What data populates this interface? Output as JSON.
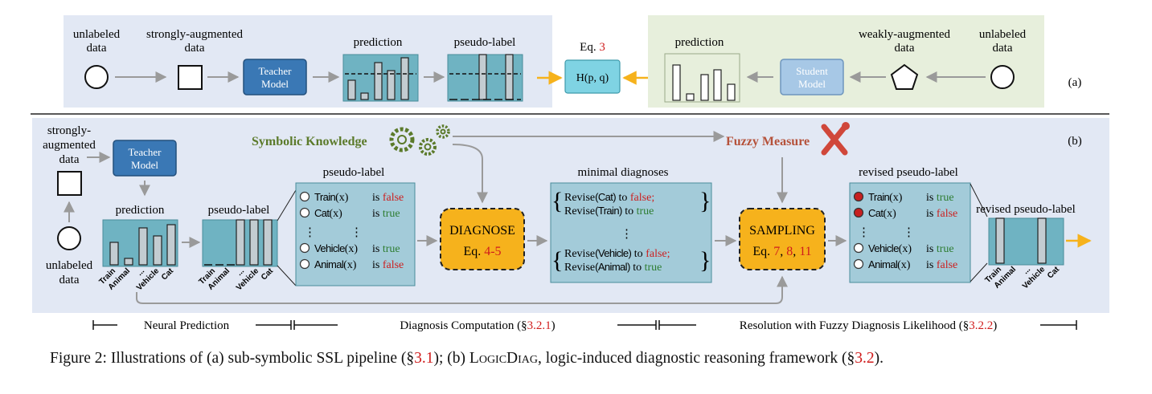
{
  "panel_a": {
    "label": "(a)",
    "teacher": {
      "unlabeled_data": [
        "unlabeled",
        "data"
      ],
      "strongly_augmented": [
        "strongly-augmented",
        "data"
      ],
      "model": [
        "Teacher",
        "Model"
      ],
      "prediction": "prediction",
      "pseudo_label": "pseudo-label"
    },
    "eq_prefix": "Eq.",
    "eq_number": "3",
    "loss": "H(p, q)",
    "student": {
      "prediction": "prediction",
      "weakly_augmented": [
        "weakly-augmented",
        "data"
      ],
      "unlabeled_data": [
        "unlabeled",
        "data"
      ],
      "model": [
        "Student",
        "Model"
      ]
    }
  },
  "panel_b": {
    "label": "(b)",
    "strongly_augmented": [
      "strongly-",
      "augmented",
      "data"
    ],
    "unlabeled_data": [
      "unlabeled",
      "data"
    ],
    "teacher_model": [
      "Teacher",
      "Model"
    ],
    "prediction": "prediction",
    "pseudo_label": "pseudo-label",
    "bar_labels": [
      "Train",
      "Animal",
      "...",
      "Vehicle",
      "Cat"
    ],
    "symbolic_knowledge": "Symbolic Knowledge",
    "fuzzy_measure": "Fuzzy Measure",
    "pseudo_label_box": {
      "title": "pseudo-label",
      "rows": [
        {
          "name": "Train",
          "arg": "(x)",
          "is": "is",
          "value": "false",
          "value_color": "#cc1f1f"
        },
        {
          "name": "Cat",
          "arg": "(x)",
          "is": "is",
          "value": "true",
          "value_color": "#2e7d32"
        },
        {
          "name": "Vehicle",
          "arg": "(x)",
          "is": "is",
          "value": "true",
          "value_color": "#2e7d32"
        },
        {
          "name": "Animal",
          "arg": "(x)",
          "is": "is",
          "value": "false",
          "value_color": "#cc1f1f"
        }
      ]
    },
    "diagnose": {
      "title": "DIAGNOSE",
      "eq_prefix": "Eq.",
      "eq_range": "4-5"
    },
    "minimal_diagnoses": {
      "title": "minimal diagnoses",
      "group1": [
        {
          "prefix": "Revise",
          "target": "(Cat)",
          "to": "to",
          "value": "false;",
          "value_color": "#cc1f1f"
        },
        {
          "prefix": "Revise",
          "target": "(Train)",
          "to": "to",
          "value": "true",
          "value_color": "#2e7d32"
        }
      ],
      "group2": [
        {
          "prefix": "Revise",
          "target": "(Vehicle)",
          "to": "to",
          "value": "false;",
          "value_color": "#cc1f1f"
        },
        {
          "prefix": "Revise",
          "target": "(Animal)",
          "to": "to",
          "value": "true",
          "value_color": "#2e7d32"
        }
      ]
    },
    "sampling": {
      "title": "SAMPLING",
      "eq_prefix": "Eq.",
      "eqs": [
        "7",
        "8",
        "11"
      ]
    },
    "revised_box": {
      "title": "revised pseudo-label",
      "rows": [
        {
          "name": "Train",
          "arg": "(x)",
          "is": "is",
          "value": "true",
          "value_color": "#2e7d32",
          "filled": true
        },
        {
          "name": "Cat",
          "arg": "(x)",
          "is": "is",
          "value": "false",
          "value_color": "#cc1f1f",
          "filled": true
        },
        {
          "name": "Vehicle",
          "arg": "(x)",
          "is": "is",
          "value": "true",
          "value_color": "#2e7d32",
          "filled": false
        },
        {
          "name": "Animal",
          "arg": "(x)",
          "is": "is",
          "value": "false",
          "value_color": "#cc1f1f",
          "filled": false
        }
      ]
    },
    "revised_chart_title": "revised pseudo-label"
  },
  "stages": [
    {
      "label": "Neural Prediction",
      "ref": ""
    },
    {
      "label": "Diagnosis Computation (§",
      "ref": "3.2.1",
      "suffix": ")"
    },
    {
      "label": "Resolution with Fuzzy Diagnosis Likelihood (§",
      "ref": "3.2.2",
      "suffix": ")"
    }
  ],
  "caption": {
    "part1": "Figure 2: Illustrations of (a) sub-symbolic SSL pipeline (§",
    "ref1": "3.1",
    "part2": "); (b) ",
    "name": "LogicDiag",
    "part3": ", logic-induced diagnostic reasoning framework (§",
    "ref2": "3.2",
    "part4": ")."
  },
  "colors": {
    "panel_a_left_bg": "#e2e8f4",
    "panel_a_right_bg": "#e7efdc",
    "panel_b_bg": "#e2e8f4",
    "model_box": "#3a78b5",
    "student_box": "#a7c8e6",
    "chart_bg": "#6fb3c2",
    "bar": "#c3ccd1",
    "loss_box": "#7fd3e3",
    "orange_arrow": "#f6b21c",
    "diag_box": "#f6b21c",
    "text_green": "#5b7a2a",
    "text_red_brown": "#b5523b",
    "accent_red": "#d01c1c",
    "true_green": "#2e7d32",
    "false_red": "#cc1f1f"
  }
}
